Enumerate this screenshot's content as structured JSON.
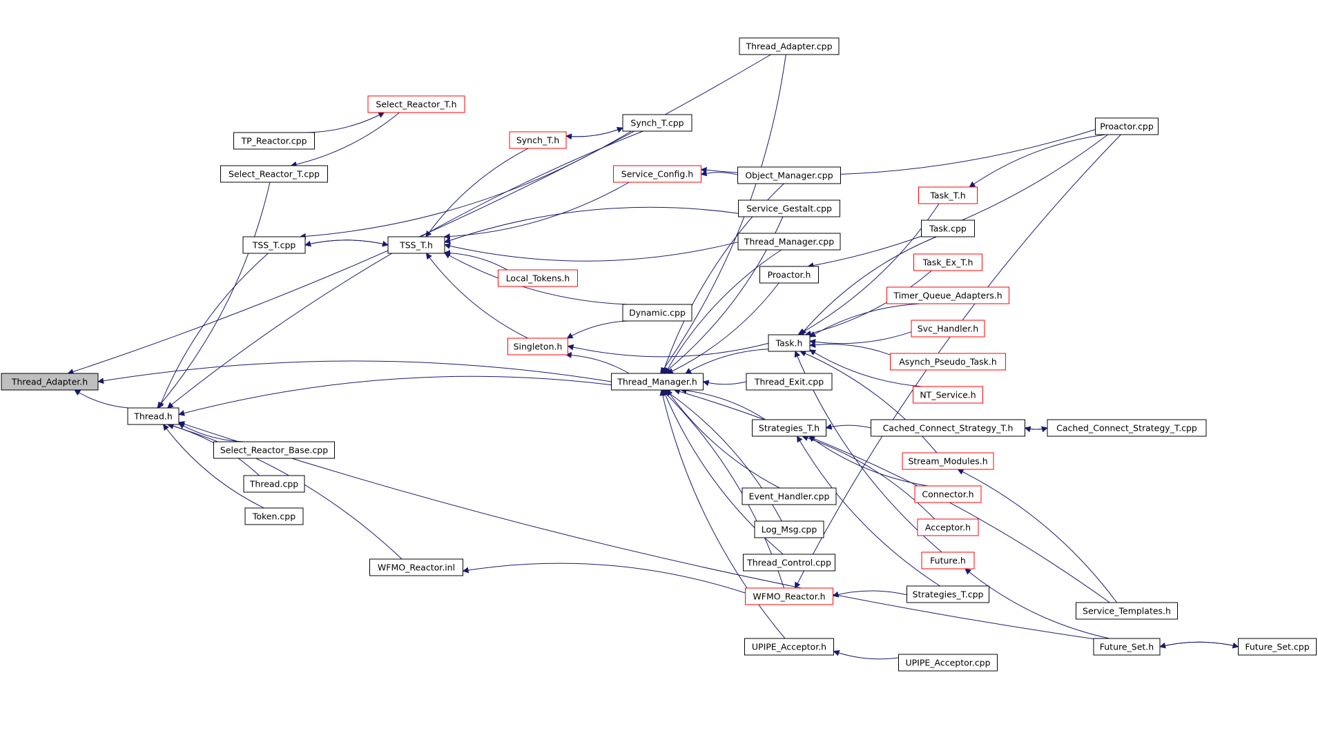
{
  "diagram": {
    "colors": {
      "edge": "#191970",
      "border_black": "#000000",
      "border_red": "#ff0000",
      "highlight_fill": "#bfbfbf"
    },
    "nodes": [
      {
        "id": "thread_adapter_h",
        "label": "Thread_Adapter.h",
        "style": "highlight"
      },
      {
        "id": "thread_h",
        "label": "Thread.h",
        "style": "black"
      },
      {
        "id": "thread_adapter_cpp",
        "label": "Thread_Adapter.cpp",
        "style": "black"
      },
      {
        "id": "select_reactor_t_h",
        "label": "Select_Reactor_T.h",
        "style": "red"
      },
      {
        "id": "tp_reactor_cpp",
        "label": "TP_Reactor.cpp",
        "style": "black"
      },
      {
        "id": "select_reactor_t_cpp",
        "label": "Select_Reactor_T.cpp",
        "style": "black"
      },
      {
        "id": "synch_t_cpp",
        "label": "Synch_T.cpp",
        "style": "black"
      },
      {
        "id": "synch_t_h",
        "label": "Synch_T.h",
        "style": "red"
      },
      {
        "id": "service_config_h",
        "label": "Service_Config.h",
        "style": "red"
      },
      {
        "id": "object_manager_cpp",
        "label": "Object_Manager.cpp",
        "style": "black"
      },
      {
        "id": "service_gestalt_cpp",
        "label": "Service_Gestalt.cpp",
        "style": "black"
      },
      {
        "id": "tss_t_cpp",
        "label": "TSS_T.cpp",
        "style": "black"
      },
      {
        "id": "tss_t_h",
        "label": "TSS_T.h",
        "style": "black"
      },
      {
        "id": "thread_manager_cpp",
        "label": "Thread_Manager.cpp",
        "style": "black"
      },
      {
        "id": "local_tokens_h",
        "label": "Local_Tokens.h",
        "style": "red"
      },
      {
        "id": "proactor_h",
        "label": "Proactor.h",
        "style": "black"
      },
      {
        "id": "dynamic_cpp",
        "label": "Dynamic.cpp",
        "style": "black"
      },
      {
        "id": "singleton_h",
        "label": "Singleton.h",
        "style": "red"
      },
      {
        "id": "task_h",
        "label": "Task.h",
        "style": "black"
      },
      {
        "id": "thread_manager_h",
        "label": "Thread_Manager.h",
        "style": "black"
      },
      {
        "id": "thread_exit_cpp",
        "label": "Thread_Exit.cpp",
        "style": "black"
      },
      {
        "id": "strategies_t_h",
        "label": "Strategies_T.h",
        "style": "black"
      },
      {
        "id": "select_reactor_base_cpp",
        "label": "Select_Reactor_Base.cpp",
        "style": "black"
      },
      {
        "id": "thread_cpp",
        "label": "Thread.cpp",
        "style": "black"
      },
      {
        "id": "token_cpp",
        "label": "Token.cpp",
        "style": "black"
      },
      {
        "id": "event_handler_cpp",
        "label": "Event_Handler.cpp",
        "style": "black"
      },
      {
        "id": "log_msg_cpp",
        "label": "Log_Msg.cpp",
        "style": "black"
      },
      {
        "id": "thread_control_cpp",
        "label": "Thread_Control.cpp",
        "style": "black"
      },
      {
        "id": "wfmo_reactor_inl",
        "label": "WFMO_Reactor.inl",
        "style": "black"
      },
      {
        "id": "wfmo_reactor_h",
        "label": "WFMO_Reactor.h",
        "style": "red"
      },
      {
        "id": "upipe_acceptor_h",
        "label": "UPIPE_Acceptor.h",
        "style": "black"
      },
      {
        "id": "upipe_acceptor_cpp",
        "label": "UPIPE_Acceptor.cpp",
        "style": "black"
      },
      {
        "id": "proactor_cpp",
        "label": "Proactor.cpp",
        "style": "black"
      },
      {
        "id": "task_t_h",
        "label": "Task_T.h",
        "style": "red"
      },
      {
        "id": "task_cpp",
        "label": "Task.cpp",
        "style": "black"
      },
      {
        "id": "task_ex_t_h",
        "label": "Task_Ex_T.h",
        "style": "red"
      },
      {
        "id": "timer_queue_adapters_h",
        "label": "Timer_Queue_Adapters.h",
        "style": "red"
      },
      {
        "id": "svc_handler_h",
        "label": "Svc_Handler.h",
        "style": "red"
      },
      {
        "id": "asynch_pseudo_task_h",
        "label": "Asynch_Pseudo_Task.h",
        "style": "red"
      },
      {
        "id": "nt_service_h",
        "label": "NT_Service.h",
        "style": "red"
      },
      {
        "id": "cached_connect_strategy_t_h",
        "label": "Cached_Connect_Strategy_T.h",
        "style": "black"
      },
      {
        "id": "cached_connect_strategy_t_cpp",
        "label": "Cached_Connect_Strategy_T.cpp",
        "style": "black"
      },
      {
        "id": "stream_modules_h",
        "label": "Stream_Modules.h",
        "style": "red"
      },
      {
        "id": "connector_h",
        "label": "Connector.h",
        "style": "red"
      },
      {
        "id": "acceptor_h",
        "label": "Acceptor.h",
        "style": "red"
      },
      {
        "id": "future_h",
        "label": "Future.h",
        "style": "red"
      },
      {
        "id": "strategies_t_cpp",
        "label": "Strategies_T.cpp",
        "style": "black"
      },
      {
        "id": "service_templates_h",
        "label": "Service_Templates.h",
        "style": "black"
      },
      {
        "id": "future_set_h",
        "label": "Future_Set.h",
        "style": "black"
      },
      {
        "id": "future_set_cpp",
        "label": "Future_Set.cpp",
        "style": "black"
      }
    ],
    "edges": [
      {
        "from": "thread_h",
        "to": "thread_adapter_h"
      },
      {
        "from": "thread_manager_h",
        "to": "thread_adapter_h"
      },
      {
        "from": "thread_adapter_cpp",
        "to": "thread_adapter_h"
      },
      {
        "from": "tp_reactor_cpp",
        "to": "select_reactor_t_h"
      },
      {
        "from": "select_reactor_t_h",
        "to": "select_reactor_t_cpp"
      },
      {
        "from": "synch_t_cpp",
        "to": "thread_h"
      },
      {
        "from": "synch_t_cpp",
        "to": "synch_t_h"
      },
      {
        "from": "synch_t_h",
        "to": "synch_t_cpp"
      },
      {
        "from": "synch_t_cpp",
        "to": "tss_t_cpp"
      },
      {
        "from": "synch_t_h",
        "to": "tss_t_h"
      },
      {
        "from": "select_reactor_t_cpp",
        "to": "thread_h"
      },
      {
        "from": "tss_t_cpp",
        "to": "thread_h"
      },
      {
        "from": "tss_t_cpp",
        "to": "tss_t_h"
      },
      {
        "from": "tss_t_h",
        "to": "tss_t_cpp"
      },
      {
        "from": "service_config_h",
        "to": "tss_t_h"
      },
      {
        "from": "object_manager_cpp",
        "to": "service_config_h"
      },
      {
        "from": "proactor_cpp",
        "to": "service_config_h"
      },
      {
        "from": "service_gestalt_cpp",
        "to": "tss_t_h"
      },
      {
        "from": "thread_manager_cpp",
        "to": "tss_t_h"
      },
      {
        "from": "local_tokens_h",
        "to": "tss_t_h"
      },
      {
        "from": "dynamic_cpp",
        "to": "tss_t_h"
      },
      {
        "from": "dynamic_cpp",
        "to": "singleton_h"
      },
      {
        "from": "singleton_h",
        "to": "tss_t_h"
      },
      {
        "from": "thread_manager_h",
        "to": "singleton_h"
      },
      {
        "from": "task_h",
        "to": "singleton_h"
      },
      {
        "from": "thread_manager_h",
        "to": "thread_h"
      },
      {
        "from": "select_reactor_base_cpp",
        "to": "thread_h"
      },
      {
        "from": "thread_cpp",
        "to": "thread_h"
      },
      {
        "from": "token_cpp",
        "to": "thread_h"
      },
      {
        "from": "wfmo_reactor_inl",
        "to": "thread_h"
      },
      {
        "from": "future_set_h",
        "to": "thread_h"
      },
      {
        "from": "wfmo_reactor_h",
        "to": "wfmo_reactor_inl"
      },
      {
        "from": "thread_adapter_cpp",
        "to": "thread_manager_h"
      },
      {
        "from": "object_manager_cpp",
        "to": "thread_manager_h"
      },
      {
        "from": "service_gestalt_cpp",
        "to": "thread_manager_h"
      },
      {
        "from": "thread_manager_cpp",
        "to": "thread_manager_h"
      },
      {
        "from": "proactor_h",
        "to": "thread_manager_h"
      },
      {
        "from": "task_h",
        "to": "thread_manager_h"
      },
      {
        "from": "thread_exit_cpp",
        "to": "thread_manager_h"
      },
      {
        "from": "strategies_t_h",
        "to": "thread_manager_h"
      },
      {
        "from": "event_handler_cpp",
        "to": "thread_manager_h"
      },
      {
        "from": "log_msg_cpp",
        "to": "thread_manager_h"
      },
      {
        "from": "thread_control_cpp",
        "to": "thread_manager_h"
      },
      {
        "from": "wfmo_reactor_h",
        "to": "thread_manager_h"
      },
      {
        "from": "upipe_acceptor_h",
        "to": "thread_manager_h"
      },
      {
        "from": "service_templates_h",
        "to": "thread_manager_h"
      },
      {
        "from": "proactor_cpp",
        "to": "proactor_h"
      },
      {
        "from": "proactor_cpp",
        "to": "task_t_h"
      },
      {
        "from": "task_t_h",
        "to": "task_h"
      },
      {
        "from": "task_cpp",
        "to": "task_h"
      },
      {
        "from": "task_ex_t_h",
        "to": "task_h"
      },
      {
        "from": "timer_queue_adapters_h",
        "to": "task_h"
      },
      {
        "from": "svc_handler_h",
        "to": "task_h"
      },
      {
        "from": "asynch_pseudo_task_h",
        "to": "task_h"
      },
      {
        "from": "nt_service_h",
        "to": "task_h"
      },
      {
        "from": "stream_modules_h",
        "to": "task_h"
      },
      {
        "from": "future_h",
        "to": "task_h"
      },
      {
        "from": "cached_connect_strategy_t_h",
        "to": "strategies_t_h"
      },
      {
        "from": "cached_connect_strategy_t_cpp",
        "to": "cached_connect_strategy_t_h"
      },
      {
        "from": "cached_connect_strategy_t_h",
        "to": "cached_connect_strategy_t_cpp"
      },
      {
        "from": "connector_h",
        "to": "strategies_t_h"
      },
      {
        "from": "acceptor_h",
        "to": "strategies_t_h"
      },
      {
        "from": "strategies_t_cpp",
        "to": "strategies_t_h"
      },
      {
        "from": "strategies_t_cpp",
        "to": "wfmo_reactor_h"
      },
      {
        "from": "future_set_h",
        "to": "future_h"
      },
      {
        "from": "service_templates_h",
        "to": "stream_modules_h"
      },
      {
        "from": "upipe_acceptor_cpp",
        "to": "upipe_acceptor_h"
      },
      {
        "from": "future_set_cpp",
        "to": "future_set_h"
      },
      {
        "from": "future_set_h",
        "to": "future_set_cpp"
      },
      {
        "from": "proactor_cpp",
        "to": "wfmo_reactor_h"
      }
    ]
  }
}
